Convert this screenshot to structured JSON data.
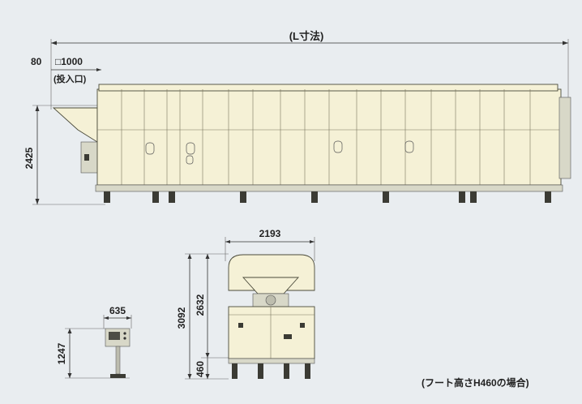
{
  "top_view": {
    "length_label": "(L寸法)",
    "inlet_offset": "80",
    "inlet_size": "□1000",
    "inlet_note": "(投入口)",
    "height_label": "2425"
  },
  "front_view": {
    "width_label": "2193",
    "total_height_label": "3092",
    "body_height_label": "2632",
    "foot_height_label": "460"
  },
  "panel_view": {
    "width_label": "635",
    "height_label": "1247"
  },
  "note": "(フート高さH460の場合)",
  "colors": {
    "machine_body": "#f5f1d6",
    "background": "#e9edf0"
  }
}
